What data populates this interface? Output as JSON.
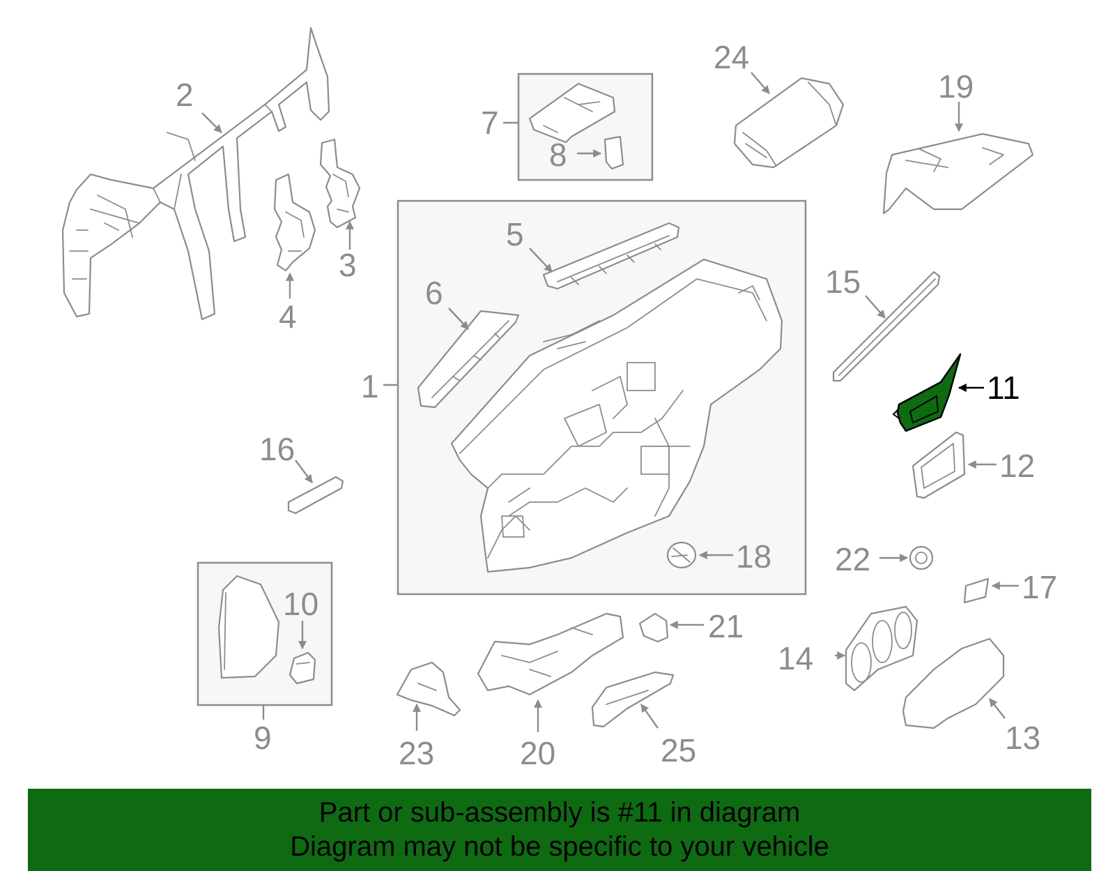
{
  "diagram": {
    "highlighted_part": "11",
    "colors": {
      "line": "#8c8c8c",
      "highlight_fill": "#0f6b12",
      "banner_bg": "#0f6b12",
      "banner_text": "#000000",
      "box_fill": "#f7f7f7"
    },
    "callouts": [
      {
        "id": "1",
        "label": "1"
      },
      {
        "id": "2",
        "label": "2"
      },
      {
        "id": "3",
        "label": "3"
      },
      {
        "id": "4",
        "label": "4"
      },
      {
        "id": "5",
        "label": "5"
      },
      {
        "id": "6",
        "label": "6"
      },
      {
        "id": "7",
        "label": "7"
      },
      {
        "id": "8",
        "label": "8"
      },
      {
        "id": "9",
        "label": "9"
      },
      {
        "id": "10",
        "label": "10"
      },
      {
        "id": "11",
        "label": "11"
      },
      {
        "id": "12",
        "label": "12"
      },
      {
        "id": "13",
        "label": "13"
      },
      {
        "id": "14",
        "label": "14"
      },
      {
        "id": "15",
        "label": "15"
      },
      {
        "id": "16",
        "label": "16"
      },
      {
        "id": "17",
        "label": "17"
      },
      {
        "id": "18",
        "label": "18"
      },
      {
        "id": "19",
        "label": "19"
      },
      {
        "id": "20",
        "label": "20"
      },
      {
        "id": "21",
        "label": "21"
      },
      {
        "id": "22",
        "label": "22"
      },
      {
        "id": "23",
        "label": "23"
      },
      {
        "id": "24",
        "label": "24"
      },
      {
        "id": "25",
        "label": "25"
      }
    ]
  },
  "banner": {
    "line1": "Part or sub-assembly is #11 in diagram",
    "line2": "Diagram may not be specific to your vehicle"
  }
}
